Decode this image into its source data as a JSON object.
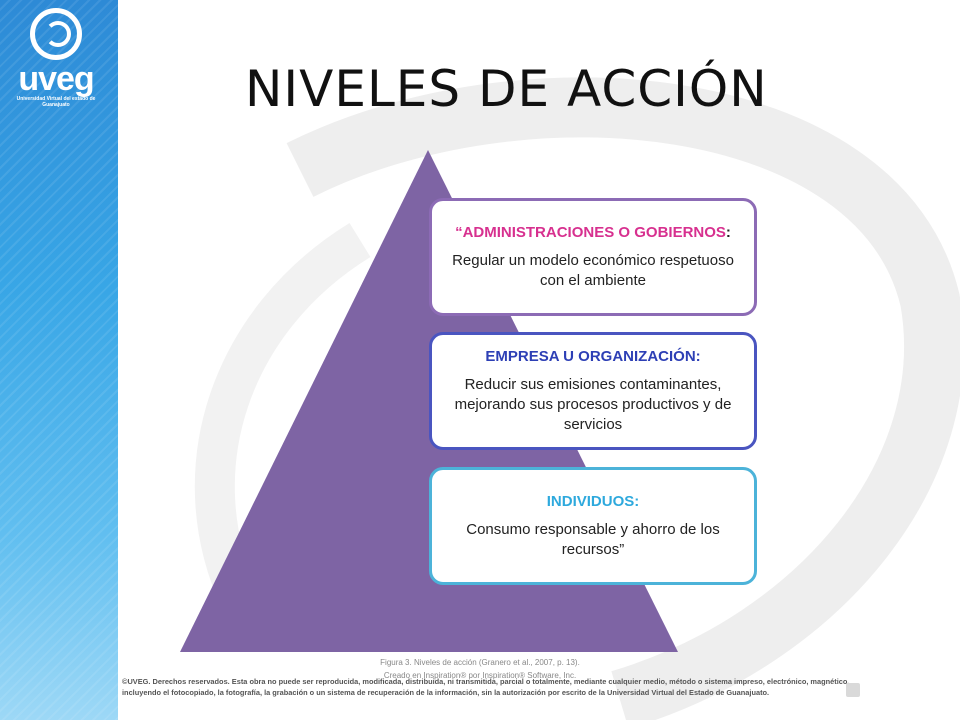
{
  "logo": {
    "name": "uveg",
    "tagline": "Universidad Virtual del estado de Guanajuato"
  },
  "title": "NIVELES DE ACCIÓN",
  "levels": [
    {
      "heading": "“ADMINISTRACIONES O GOBIERNOS",
      "suffix": ":",
      "text": "Regular un modelo económico respetuoso con el ambiente",
      "color": "#d7308f"
    },
    {
      "heading": "EMPRESA U ORGANIZACIÓN:",
      "text": "Reducir sus emisiones contaminantes, mejorando sus procesos productivos y de servicios",
      "color": "#2d3fb5"
    },
    {
      "heading": "INDIVIDUOS:",
      "text": "Consumo responsable y ahorro de los recursos”",
      "color": "#2ea9dd"
    }
  ],
  "colors": {
    "pyramid": "#7e64a4",
    "stripe": "#38a6e6"
  },
  "caption": {
    "line1": "Figura 3. Niveles de acción (Granero et al., 2007, p. 13).",
    "line2": "Creado en Inspiration® por Inspiration® Software, Inc."
  },
  "copyright": "©UVEG. Derechos reservados. Esta obra no puede ser reproducida, modificada, distribuida, ni transmitida, parcial o totalmente, mediante cualquier medio, método o sistema impreso, electrónico, magnético, incluyendo el fotocopiado, la fotografía, la grabación o un sistema de recuperación de la información, sin la autorización por escrito de la Universidad Virtual del Estado de Guanajuato."
}
